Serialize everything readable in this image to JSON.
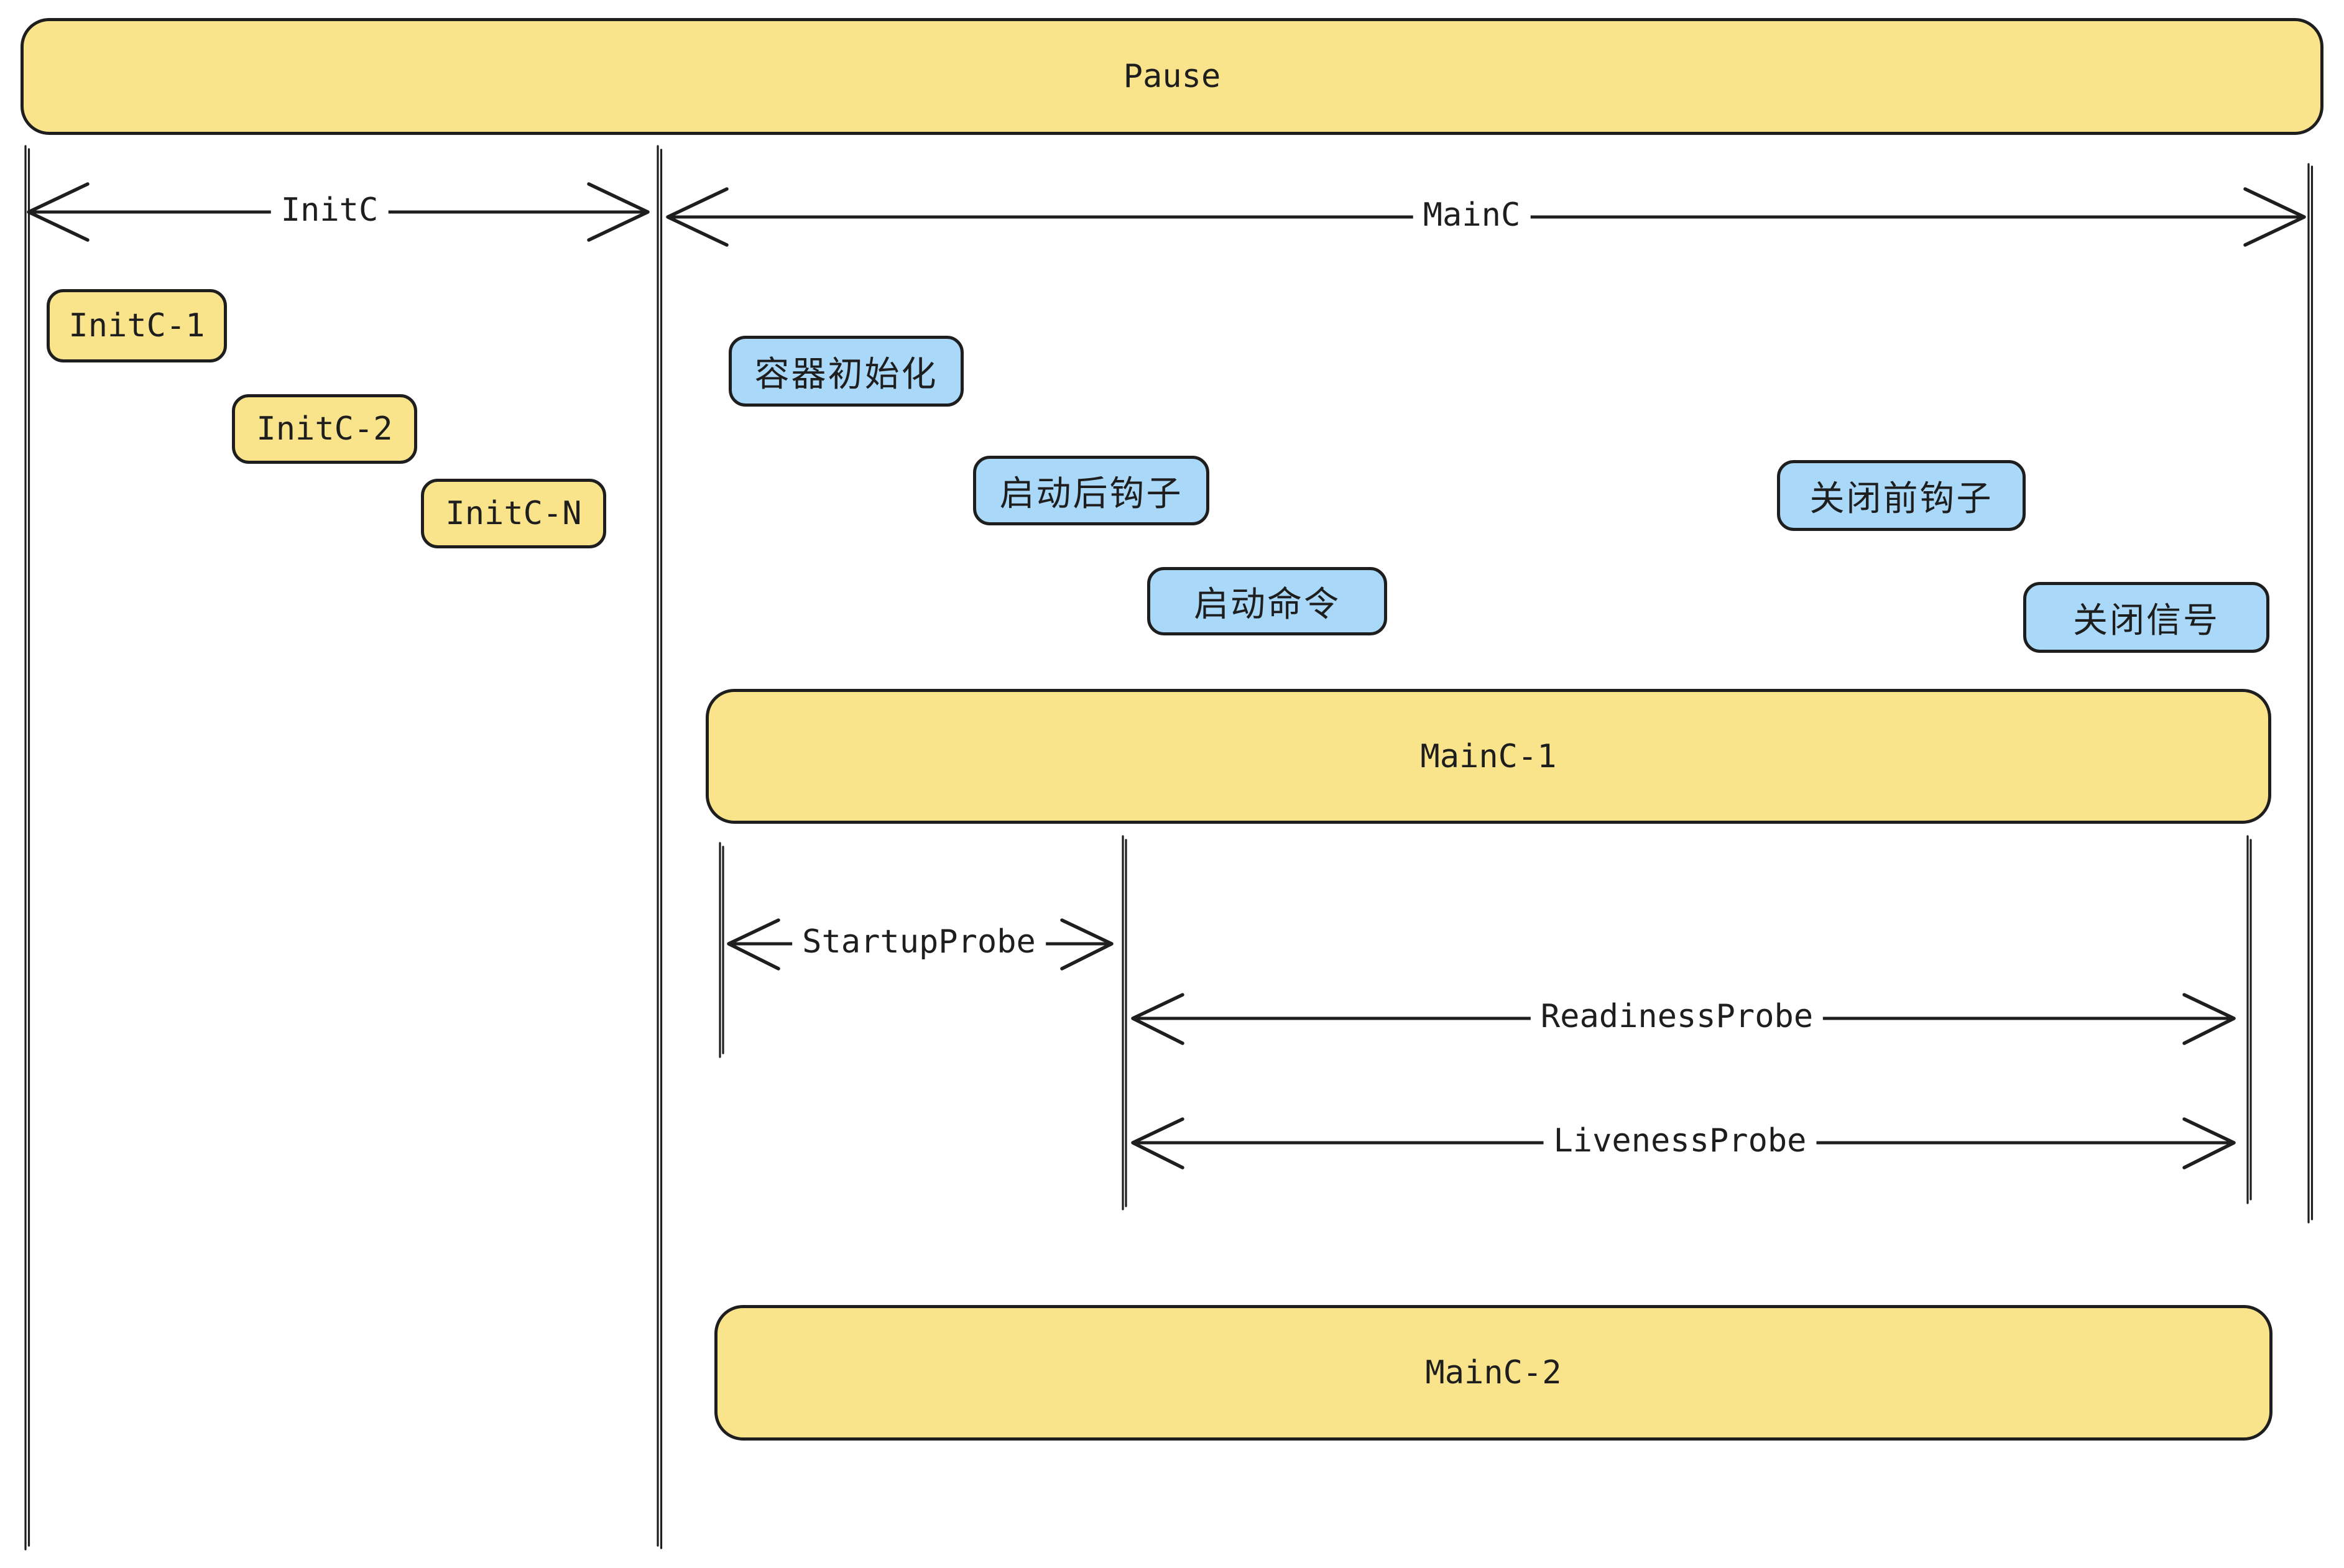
{
  "colors": {
    "stroke": "#1e1e1e",
    "yellow_fill": "#f9e48c",
    "blue_fill": "#a9d8f8",
    "background": "#ffffff"
  },
  "pause_box": {
    "label": "Pause"
  },
  "init_lane": {
    "arrow_label": "InitC",
    "containers": [
      {
        "label": "InitC-1"
      },
      {
        "label": "InitC-2"
      },
      {
        "label": "InitC-N"
      }
    ]
  },
  "main_lane": {
    "arrow_label": "MainC",
    "events": [
      {
        "label": "容器初始化"
      },
      {
        "label": "启动后钩子"
      },
      {
        "label": "启动命令"
      },
      {
        "label": "关闭前钩子"
      },
      {
        "label": "关闭信号"
      }
    ],
    "containers": [
      {
        "label": "MainC-1"
      },
      {
        "label": "MainC-2"
      }
    ],
    "probes": [
      {
        "label": "StartupProbe"
      },
      {
        "label": "ReadinessProbe"
      },
      {
        "label": "LivenessProbe"
      }
    ]
  }
}
